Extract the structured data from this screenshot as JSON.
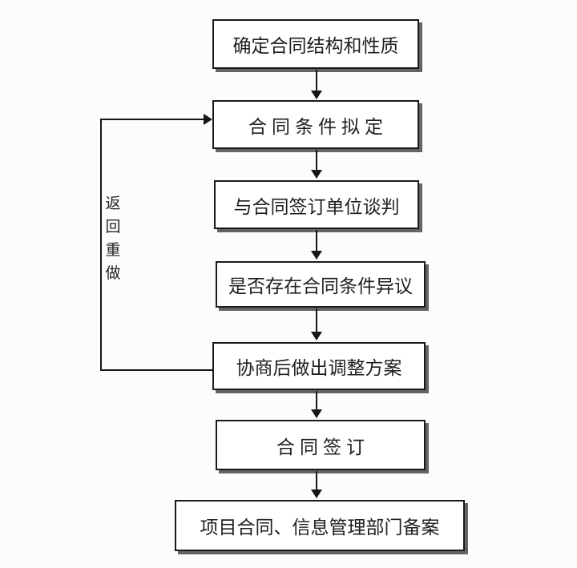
{
  "flowchart": {
    "nodes": [
      "确定合同结构和性质",
      "合同条件拟定",
      "与合同签订单位谈判",
      "是否存在合同条件异议",
      "协商后做出调整方案",
      "合同签订",
      "项目合同、信息管理部门备案"
    ],
    "loop_label": "返回重做",
    "colors": {
      "line": "#161616",
      "box_border": "#1a1a1a",
      "box_shadow": "#646464",
      "background": "#fdfcfd",
      "text": "#1f1f1f"
    }
  }
}
